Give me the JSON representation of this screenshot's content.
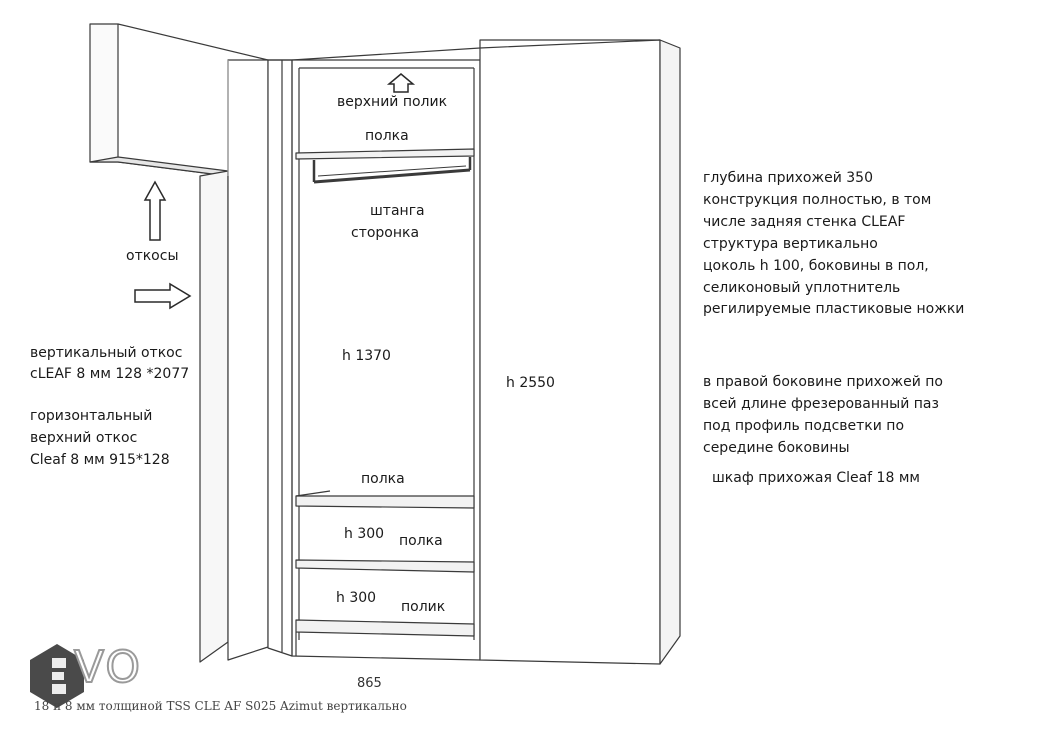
{
  "labels": {
    "top_shelf": "верхний полик",
    "shelf_top": "полка",
    "rod": "штанга",
    "side": "сторонка",
    "slopes": "откосы",
    "h_middle": "h 1370",
    "h_total": "h 2550",
    "shelf_mid": "полка",
    "h_lower_1": "h 300",
    "shelf_lower": "полка",
    "h_lower_2": "h 300",
    "floor_shelf": "полик",
    "width": "865"
  },
  "notes_left": {
    "vertical_slope": [
      "вертикальный откос",
      "cLEAF 8 мм 128 *2077"
    ],
    "horizontal_slope": [
      "горизонтальный",
      "верхний откос",
      "Cleaf 8 мм 915*128"
    ]
  },
  "notes_right": {
    "construction": [
      "глубина прихожей 350",
      "конструкция полностью, в том",
      "числе  задняя стенка CLEAF",
      "структура вертикально",
      "цоколь h 100, боковины в пол,",
      "селиконовый уплотнитель",
      "регилируемые пластиковые ножки"
    ],
    "lighting": [
      "в правой боковине прихожей по",
      "всей длине фрезерованный  паз",
      "под профиль подсветки по",
      "середине боковины"
    ],
    "cabinet": "шкаф прихожая Cleaf 18 мм"
  },
  "caption": "18 и 8 мм толщиной TSS CLE AF S025 Azimut вертикально",
  "logo": {
    "text": "VO",
    "color": "#4a4a4a"
  }
}
